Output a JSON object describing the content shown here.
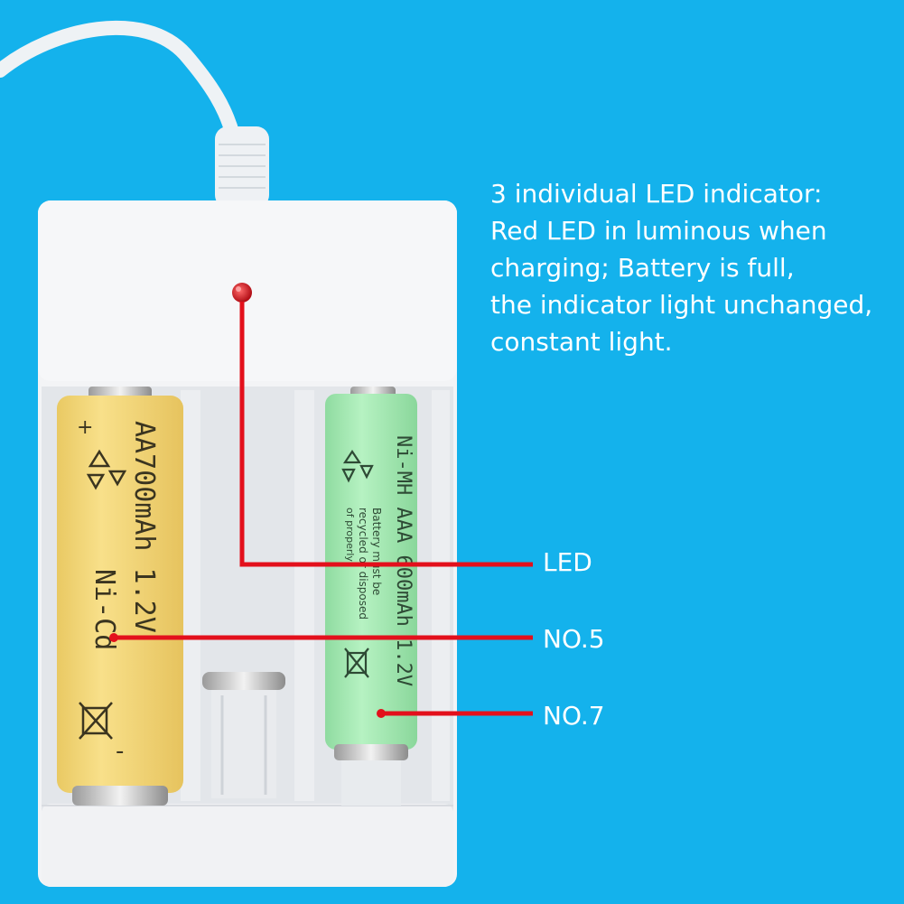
{
  "description": {
    "text": "3 individual LED indicator:\nRed LED in luminous when\ncharging; Battery is full,\nthe indicator light unchanged,\nconstant light."
  },
  "callouts": {
    "led": "LED",
    "no5": "NO.5",
    "no7": "NO.7"
  },
  "batteries": {
    "aa": {
      "chem": "Ni-Cd",
      "spec": "AA700mAh 1.2V",
      "plus": "+",
      "minus": "-"
    },
    "aaa": {
      "spec": "Ni-MH AAA 600mAh 1.2V",
      "warn1": "Battery must be",
      "warn2": "recycled or disposed",
      "warn3": "of properly"
    }
  },
  "colors": {
    "background": "#14b2ec",
    "callout_line": "#e3101c",
    "charger": "#f4f5f7",
    "aa_battery": "#f5dc7c",
    "aaa_battery": "#a9ecb7",
    "led": "#d91420"
  }
}
